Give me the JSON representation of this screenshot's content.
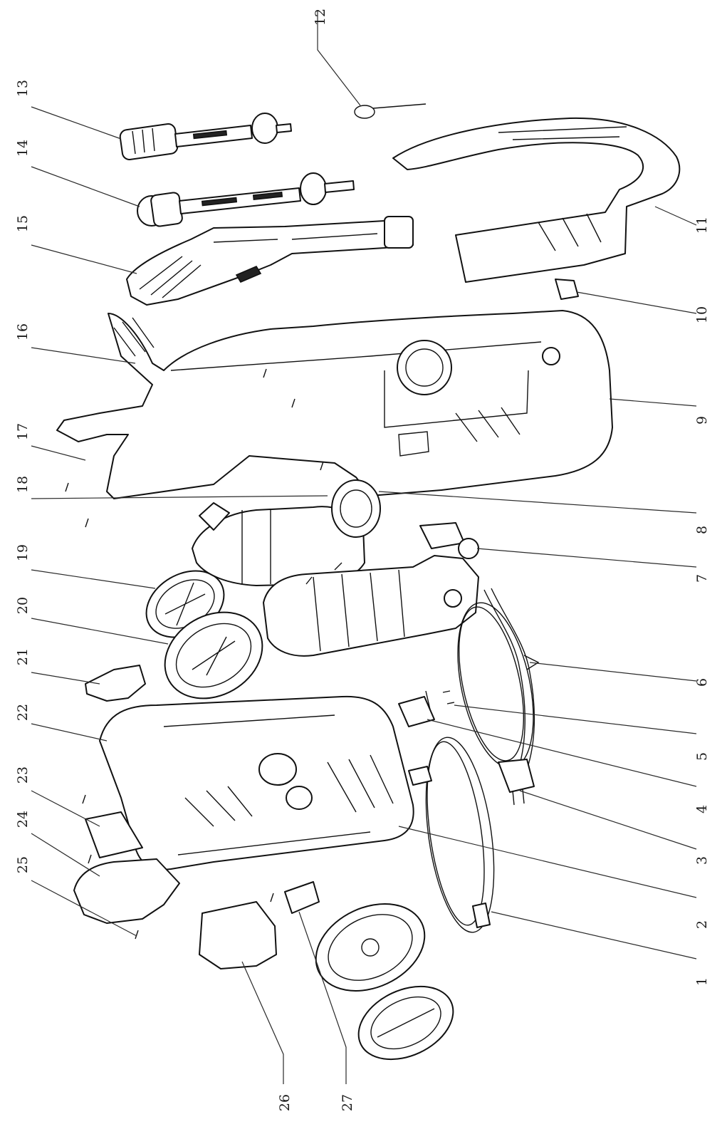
{
  "diagram": {
    "labels": [
      "1",
      "2",
      "3",
      "4",
      "5",
      "6",
      "7",
      "8",
      "9",
      "10",
      "11",
      "12",
      "13",
      "14",
      "15",
      "16",
      "17",
      "18",
      "19",
      "20",
      "21",
      "22",
      "23",
      "24",
      "25",
      "26",
      "27"
    ],
    "line_color": "#111111",
    "background": "#ffffff"
  }
}
